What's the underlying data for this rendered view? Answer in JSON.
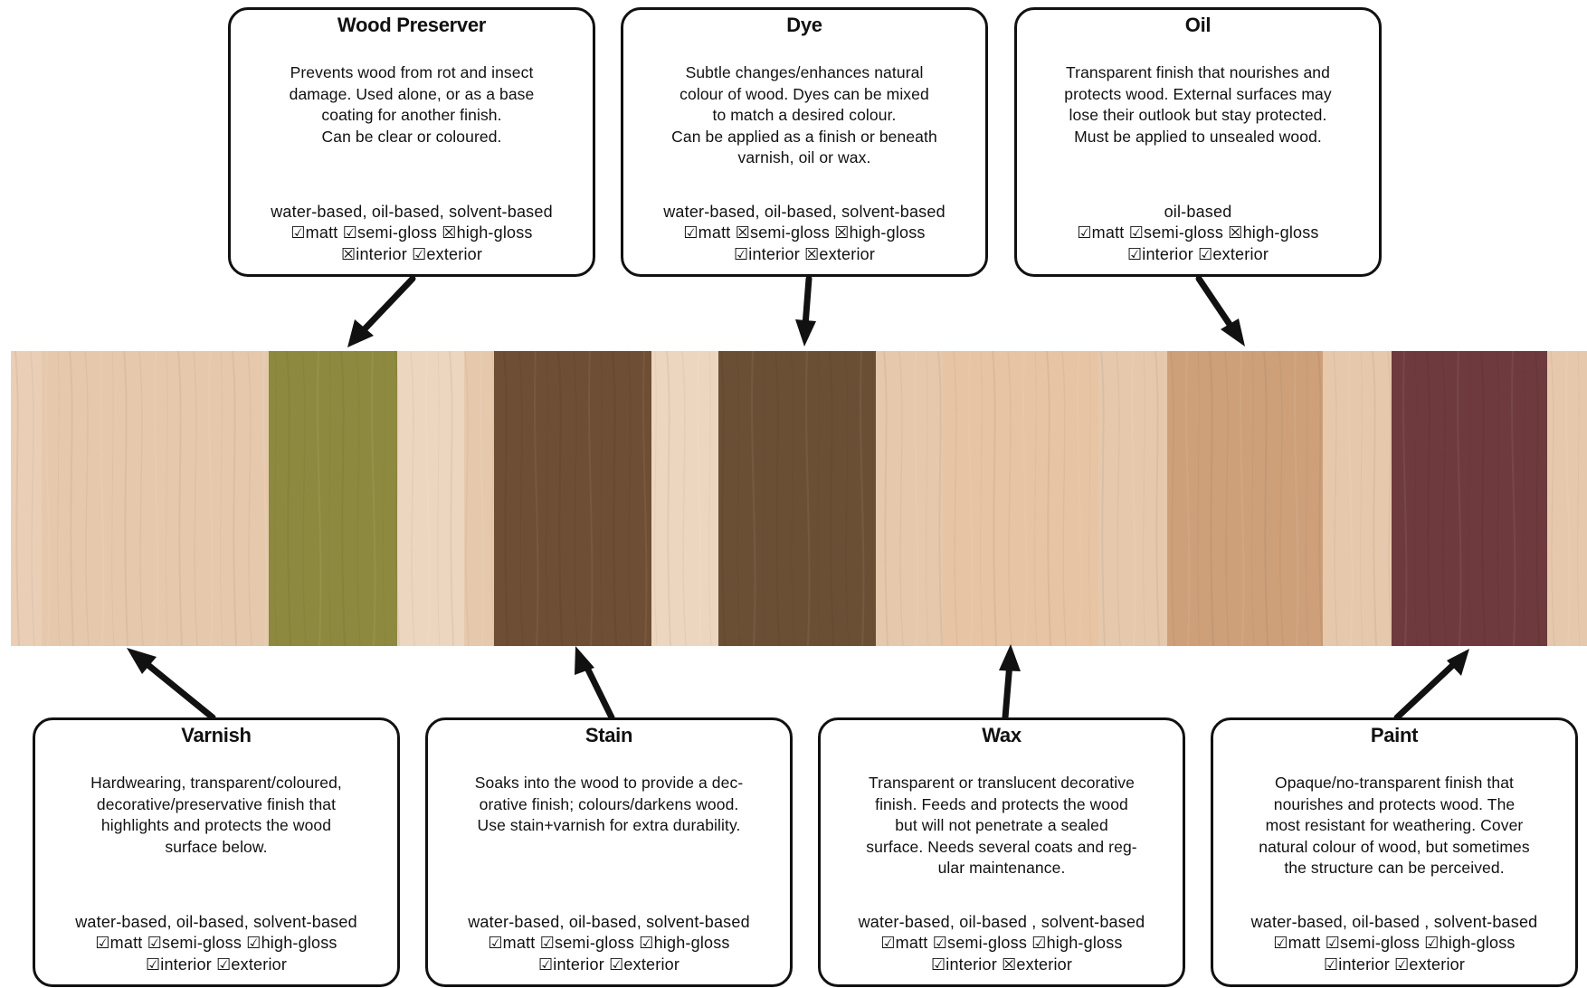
{
  "cards": [
    {
      "key": "wood-preserver",
      "title": "Wood Preserver",
      "description": [
        "Prevents wood from rot and insect",
        "damage. Used alone, or as a base",
        "coating for another finish.",
        "Can be clear or coloured."
      ],
      "bases": "water-based, oil-based, solvent-based",
      "finishes": "☑matt ☑semi-gloss ☒high-gloss",
      "usage": "☒interior ☑exterior"
    },
    {
      "key": "dye",
      "title": "Dye",
      "description": [
        "Subtle changes/enhances natural",
        "colour of wood. Dyes can be mixed",
        "to match a desired colour.",
        "Can be applied as a finish or beneath",
        "varnish, oil or wax."
      ],
      "bases": "water-based, oil-based, solvent-based",
      "finishes": "☑matt ☒semi-gloss ☒high-gloss",
      "usage": "☑interior ☒exterior"
    },
    {
      "key": "oil",
      "title": "Oil",
      "description": [
        "Transparent finish that nourishes and",
        "protects wood. External surfaces may",
        "lose their outlook but stay protected.",
        "Must be applied to unsealed wood."
      ],
      "bases": "oil-based",
      "finishes": "☑matt ☑semi-gloss ☒high-gloss",
      "usage": "☑interior ☑exterior"
    },
    {
      "key": "varnish",
      "title": "Varnish",
      "description": [
        "Hardwearing, transparent/coloured,",
        "decorative/preservative finish that",
        "highlights and protects the wood",
        "surface below."
      ],
      "bases": "water-based, oil-based, solvent-based",
      "finishes": "☑matt ☑semi-gloss ☑high-gloss",
      "usage": "☑interior ☑exterior"
    },
    {
      "key": "stain",
      "title": "Stain",
      "description": [
        "Soaks into the wood to provide a dec-",
        "orative finish; colours/darkens wood.",
        "Use stain+varnish for extra durability."
      ],
      "bases": "water-based, oil-based, solvent-based",
      "finishes": "☑matt ☑semi-gloss ☑high-gloss",
      "usage": "☑interior ☑exterior"
    },
    {
      "key": "wax",
      "title": "Wax",
      "description": [
        "Transparent or translucent decorative",
        "finish. Feeds and protects the wood",
        "but will not penetrate a sealed",
        "surface. Needs several coats and reg-",
        "ular maintenance."
      ],
      "bases": "water-based, oil-based , solvent-based",
      "finishes": "☑matt ☑semi-gloss ☑high-gloss",
      "usage": "☑interior ☒exterior"
    },
    {
      "key": "paint",
      "title": "Paint",
      "description": [
        "Opaque/no-transparent finish that",
        "nourishes and protects wood. The",
        "most resistant for weathering. Cover",
        "natural colour of wood, but sometimes",
        "the structure can be perceived."
      ],
      "bases": "water-based, oil-based , solvent-based",
      "finishes": "☑matt ☑semi-gloss ☑high-gloss",
      "usage": "☑interior ☑exterior"
    }
  ],
  "colors": {
    "outline": "#111111",
    "bare_wood": "#e6c9ad",
    "bare_wood_light": "#edd6c0",
    "wood_preserver": "#8d8a3f",
    "stain": "#6e4e34",
    "dye": "#6b4f35",
    "wax": "#e7c4a4",
    "oil": "#cda07a",
    "paint": "#6e3a3d"
  }
}
